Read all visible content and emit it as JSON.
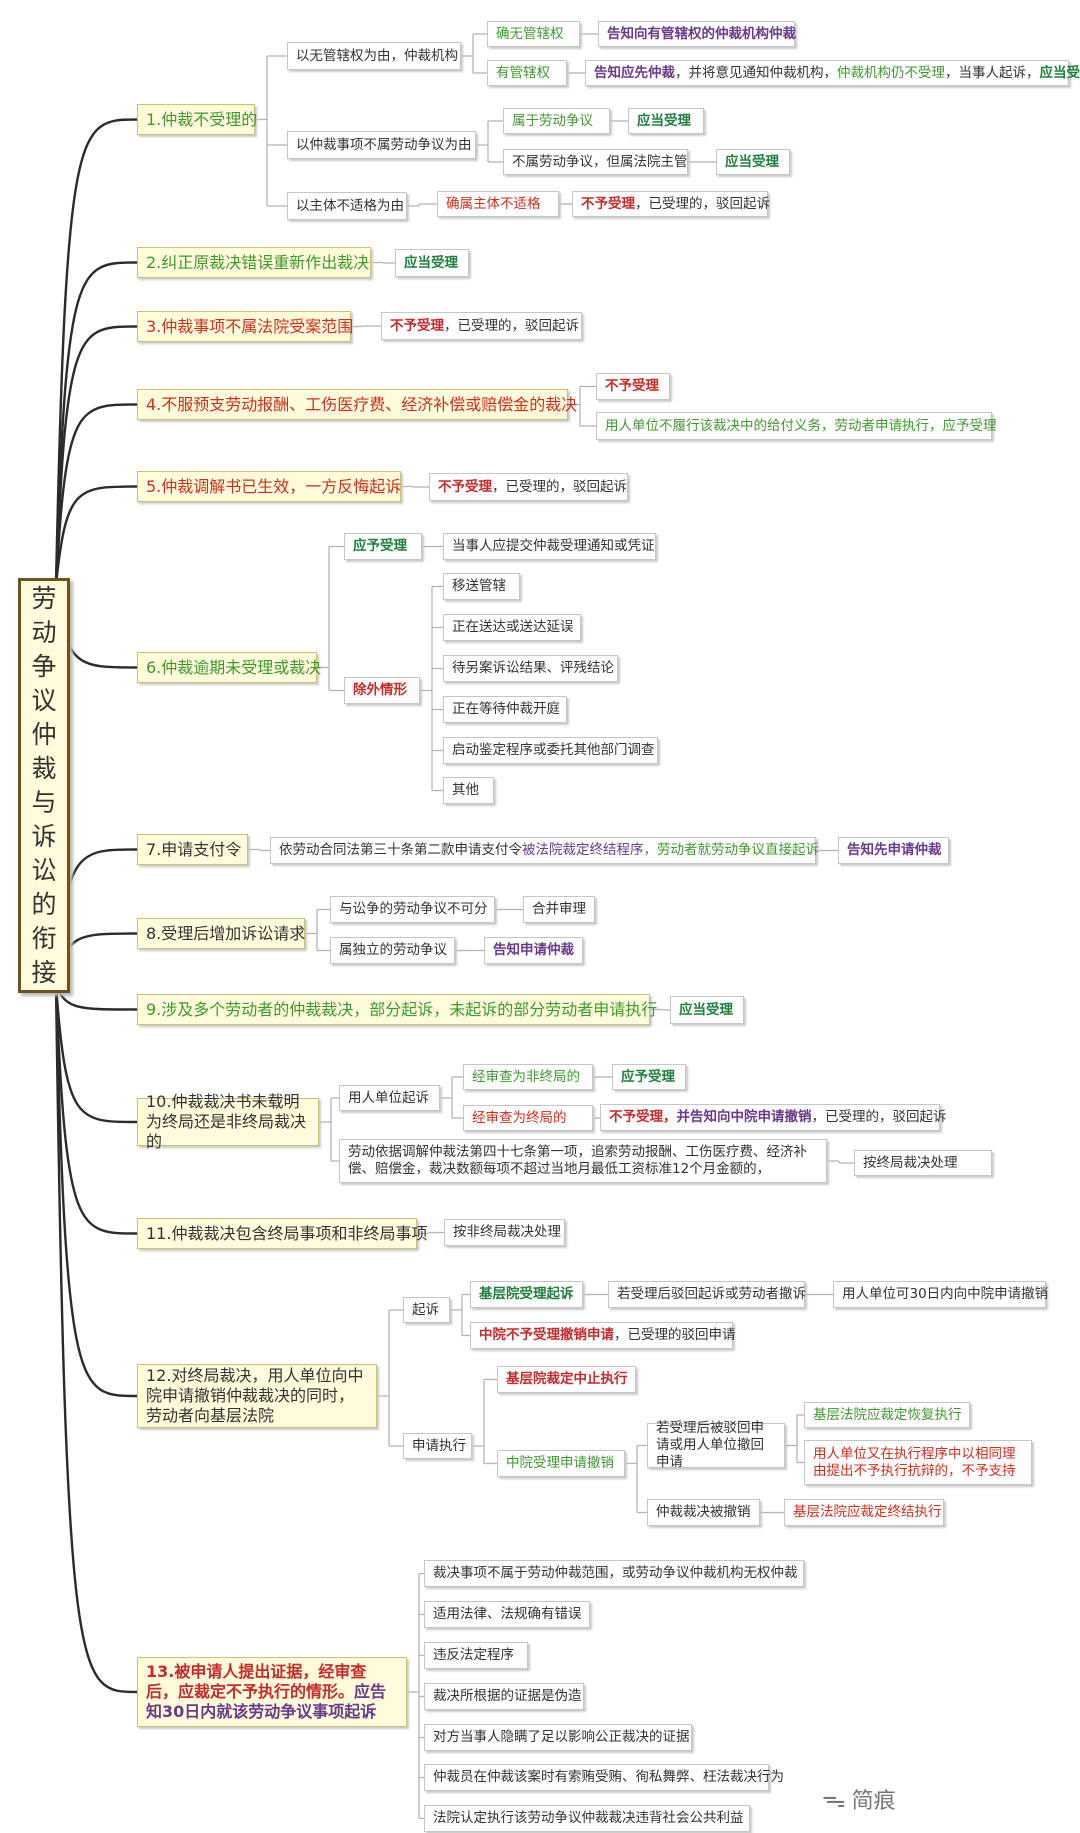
{
  "root": "劳动争议仲裁与诉讼的衔接",
  "watermark": "简痕",
  "nodes": [
    {
      "id": "n1",
      "text": "1.仲裁不受理的"
    },
    {
      "id": "n1a",
      "text": "以无管辖权为由，仲裁机构"
    },
    {
      "id": "n1a1",
      "text": "确无管辖权"
    },
    {
      "id": "n1a1x",
      "text": "告知向有管辖权的仲裁机构仲裁"
    },
    {
      "id": "n1a2",
      "text": "有管辖权"
    },
    {
      "id": "n1a2x",
      "parts": [
        {
          "t": "告知应先仲裁",
          "c": "bp"
        },
        {
          "t": "，并将意见通知仲裁机构，",
          "c": ""
        },
        {
          "t": "仲裁机构仍不受理",
          "c": "pg"
        },
        {
          "t": "，当事人起诉，",
          "c": ""
        },
        {
          "t": "应当受理",
          "c": "bg"
        }
      ]
    },
    {
      "id": "n1b",
      "text": "以仲裁事项不属劳动争议为由"
    },
    {
      "id": "n1b1",
      "text": "属于劳动争议"
    },
    {
      "id": "n1b1x",
      "text": "应当受理"
    },
    {
      "id": "n1b2",
      "text": "不属劳动争议，但属法院主管"
    },
    {
      "id": "n1b2x",
      "text": "应当受理"
    },
    {
      "id": "n1c",
      "text": "以主体不适格为由"
    },
    {
      "id": "n1c1",
      "text": "确属主体不适格"
    },
    {
      "id": "n1c1x",
      "parts": [
        {
          "t": "不予受理",
          "c": "br"
        },
        {
          "t": "，已受理的，驳回起诉",
          "c": ""
        }
      ]
    },
    {
      "id": "n2",
      "text": "2.纠正原裁决错误重新作出裁决"
    },
    {
      "id": "n2x",
      "text": "应当受理"
    },
    {
      "id": "n3",
      "text": "3.仲裁事项不属法院受案范围"
    },
    {
      "id": "n3x",
      "parts": [
        {
          "t": "不予受理",
          "c": "br"
        },
        {
          "t": "，已受理的，驳回起诉",
          "c": ""
        }
      ]
    },
    {
      "id": "n4",
      "text": "4.不服预支劳动报酬、工伤医疗费、经济补偿或赔偿金的裁决"
    },
    {
      "id": "n4a",
      "text": "不予受理"
    },
    {
      "id": "n4b",
      "text": "用人单位不履行该裁决中的给付义务，劳动者申请执行，应予受理"
    },
    {
      "id": "n5",
      "text": "5.仲裁调解书已生效，一方反悔起诉"
    },
    {
      "id": "n5x",
      "parts": [
        {
          "t": "不予受理",
          "c": "br"
        },
        {
          "t": "，已受理的，驳回起诉",
          "c": ""
        }
      ]
    },
    {
      "id": "n6",
      "text": "6.仲裁逾期未受理或裁决"
    },
    {
      "id": "n6a",
      "text": "应予受理"
    },
    {
      "id": "n6ax",
      "text": "当事人应提交仲裁受理通知或凭证"
    },
    {
      "id": "n6b",
      "text": "除外情形"
    },
    {
      "id": "n6b1",
      "text": "移送管辖"
    },
    {
      "id": "n6b2",
      "text": "正在送达或送达延误"
    },
    {
      "id": "n6b3",
      "text": "待另案诉讼结果、评残结论"
    },
    {
      "id": "n6b4",
      "text": "正在等待仲裁开庭"
    },
    {
      "id": "n6b5",
      "text": "启动鉴定程序或委托其他部门调查"
    },
    {
      "id": "n6b6",
      "text": "其他"
    },
    {
      "id": "n7",
      "text": "7.申请支付令"
    },
    {
      "id": "n7a",
      "parts": [
        {
          "t": "依劳动合同法第三十条第二款申请支付令",
          "c": ""
        },
        {
          "t": "被法院裁定终结程序",
          "c": "pp"
        },
        {
          "t": "，劳动者就劳动争议直接起诉",
          "c": "pg"
        }
      ]
    },
    {
      "id": "n7x",
      "text": "告知先申请仲裁"
    },
    {
      "id": "n8",
      "text": "8.受理后增加诉讼请求"
    },
    {
      "id": "n8a",
      "text": "与讼争的劳动争议不可分"
    },
    {
      "id": "n8ax",
      "text": "合并审理"
    },
    {
      "id": "n8b",
      "text": "属独立的劳动争议"
    },
    {
      "id": "n8bx",
      "text": "告知申请仲裁"
    },
    {
      "id": "n9",
      "text": "9.涉及多个劳动者的仲裁裁决，部分起诉，未起诉的部分劳动者申请执行"
    },
    {
      "id": "n9x",
      "text": "应当受理"
    },
    {
      "id": "n10",
      "text": "10.仲裁裁决书未载明为终局还是非终局裁决的"
    },
    {
      "id": "n10a",
      "text": "用人单位起诉"
    },
    {
      "id": "n10a1",
      "text": "经审查为非终局的"
    },
    {
      "id": "n10a1x",
      "text": "应予受理"
    },
    {
      "id": "n10a2",
      "text": "经审查为终局的"
    },
    {
      "id": "n10a2x",
      "parts": [
        {
          "t": "不予受理，",
          "c": "br"
        },
        {
          "t": "并告知向中院申请撤销",
          "c": "bp"
        },
        {
          "t": "，已受理的，驳回起诉",
          "c": ""
        }
      ]
    },
    {
      "id": "n10b",
      "text": "劳动依据调解仲裁法第四十七条第一项，追索劳动报酬、工伤医疗费、经济补偿、赔偿金，裁决数额每项不超过当地月最低工资标准12个月金额的，"
    },
    {
      "id": "n10bx",
      "text": "按终局裁决处理"
    },
    {
      "id": "n11",
      "text": "11.仲裁裁决包含终局事项和非终局事项"
    },
    {
      "id": "n11x",
      "text": "按非终局裁决处理"
    },
    {
      "id": "n12",
      "text": "12.对终局裁决，用人单位向中院申请撤销仲裁裁决的同时，劳动者向基层法院"
    },
    {
      "id": "n12a",
      "text": "起诉"
    },
    {
      "id": "n12a1",
      "text": "基层院受理起诉"
    },
    {
      "id": "n12a1x",
      "text": "若受理后驳回起诉或劳动者撤诉"
    },
    {
      "id": "n12a1y",
      "text": "用人单位可30日内向中院申请撤销"
    },
    {
      "id": "n12a2",
      "parts": [
        {
          "t": "中院不予受理撤销申请",
          "c": "br"
        },
        {
          "t": "，已受理的驳回申请",
          "c": ""
        }
      ]
    },
    {
      "id": "n12b",
      "text": "申请执行"
    },
    {
      "id": "n12b1",
      "text": "基层院裁定中止执行"
    },
    {
      "id": "n12b2",
      "text": "中院受理申请撤销"
    },
    {
      "id": "n12b2a",
      "text": "若受理后被驳回申请或用人单位撤回申请"
    },
    {
      "id": "n12b2a1",
      "text": "基层法院应裁定恢复执行"
    },
    {
      "id": "n12b2a2",
      "text": "用人单位又在执行程序中以相同理由提出不予执行抗辩的，不予支持"
    },
    {
      "id": "n12b2b",
      "text": "仲裁裁决被撤销"
    },
    {
      "id": "n12b2bx",
      "text": "基层法院应裁定终结执行"
    },
    {
      "id": "n13",
      "parts": [
        {
          "t": "13.被申请人提出证据，经审查后，应裁定不予执行的情形。",
          "c": "br"
        },
        {
          "t": "应告知30日内就该劳动争议事项起诉",
          "c": "bp"
        }
      ]
    },
    {
      "id": "n13a",
      "text": "裁决事项不属于劳动仲裁范围，或劳动争议仲裁机构无权仲裁"
    },
    {
      "id": "n13b",
      "text": "适用法律、法规确有错误"
    },
    {
      "id": "n13c",
      "text": "违反法定程序"
    },
    {
      "id": "n13d",
      "text": "裁决所根据的证据是伪造"
    },
    {
      "id": "n13e",
      "text": "对方当事人隐瞒了足以影响公正裁决的证据"
    },
    {
      "id": "n13f",
      "text": "仲裁员在仲裁该案时有索贿受贿、徇私舞弊、枉法裁决行为"
    },
    {
      "id": "n13g",
      "text": "法院认定执行该劳动争议仲裁裁决违背社会公共利益"
    }
  ]
}
